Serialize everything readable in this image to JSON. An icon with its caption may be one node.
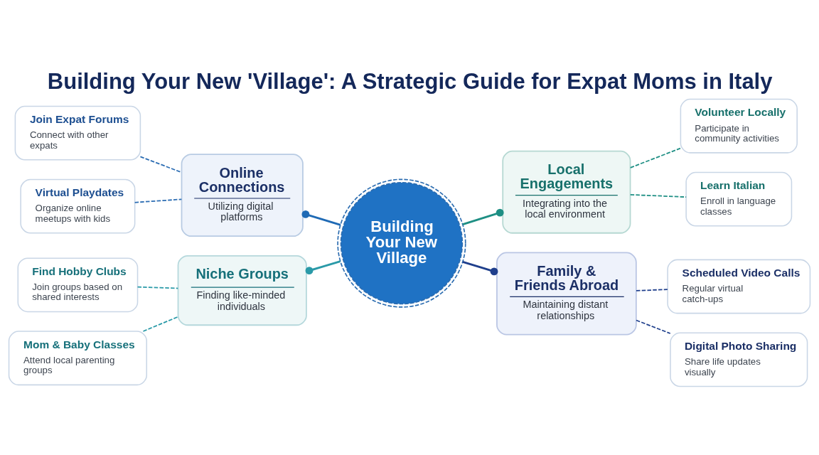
{
  "diagram": {
    "title": "Building Your New 'Village': A Strategic Guide for Expat Moms in Italy",
    "nodes": [
      {
        "text": [
          "Join Expat Forums",
          "Connect with other expats"
        ]
      },
      {
        "text": [
          "Online Connections",
          "Utilizing digital platforms"
        ]
      },
      {
        "text": [
          "Local Engagements",
          "Integrating into the local environment"
        ]
      },
      {
        "text": [
          "Volunteer Locally",
          "Participate in community activities"
        ]
      },
      {
        "text": [
          "Virtual Playdates",
          "Organize online meetups with kids"
        ]
      },
      {
        "text": [
          "Learn Italian",
          "Enroll in language classes"
        ]
      },
      {
        "text": [
          "Building Your New Village"
        ]
      },
      {
        "text": [
          "Find Hobby Clubs",
          "Join groups based on shared interests"
        ]
      },
      {
        "text": [
          "Niche Groups",
          "Finding like-minded individuals"
        ]
      },
      {
        "text": [
          "Family & Friends Abroad",
          "Maintaining distant relationships"
        ]
      },
      {
        "text": [
          "Scheduled Video Calls",
          "Regular virtual catch-ups"
        ]
      },
      {
        "text": [
          "Mom & Baby Classes",
          "Attend local parenting groups"
        ]
      },
      {
        "text": [
          "Digital Photo Sharing",
          "Share life updates visually"
        ]
      }
    ],
    "edges": [
      {
        "from": 0,
        "to": 1,
        "arrow": "none",
        "style": "dashed",
        "color": "#2c6db3"
      },
      {
        "from": 4,
        "to": 1,
        "arrow": "none",
        "style": "dashed",
        "color": "#2c6db3"
      },
      {
        "from": 1,
        "to": 6,
        "arrow": "other",
        "color": "#1f6ab5"
      },
      {
        "from": 6,
        "to": 2,
        "arrow": "other",
        "color": "#1e8f84"
      },
      {
        "from": 2,
        "to": 3,
        "arrow": "none",
        "style": "dashed",
        "color": "#1e8f84"
      },
      {
        "from": 2,
        "to": 5,
        "arrow": "none",
        "style": "dashed",
        "color": "#1e8f84"
      },
      {
        "from": 7,
        "to": 8,
        "arrow": "none",
        "style": "dashed",
        "color": "#2a9aa8"
      },
      {
        "from": 11,
        "to": 8,
        "arrow": "none",
        "style": "dashed",
        "color": "#2a9aa8"
      },
      {
        "from": 8,
        "to": 6,
        "arrow": "other",
        "color": "#2a9aa8"
      },
      {
        "from": 6,
        "to": 9,
        "arrow": "other",
        "color": "#1f3f8c"
      },
      {
        "from": 9,
        "to": 10,
        "arrow": "none",
        "style": "dashed",
        "color": "#1f3f8c"
      },
      {
        "from": 9,
        "to": 12,
        "arrow": "none",
        "style": "dashed",
        "color": "#1f3f8c"
      }
    ]
  }
}
